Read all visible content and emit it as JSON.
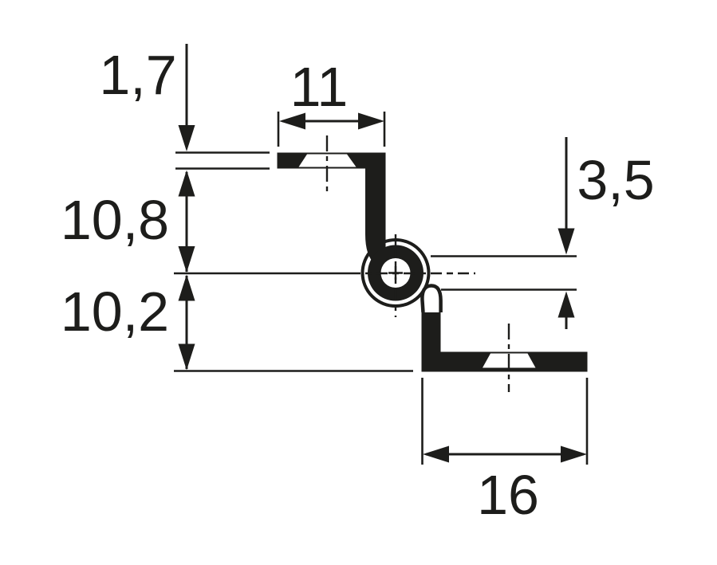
{
  "meta": {
    "title": "Hinge profile cross-section technical drawing",
    "background_color": "#ffffff",
    "line_color": "#1d1d1b",
    "units": "mm"
  },
  "dimensions": {
    "flange_thickness": {
      "label": "1,7",
      "value": 1.7,
      "meaning": "top flange material thickness"
    },
    "top_flange_width": {
      "label": "11",
      "value": 11,
      "meaning": "top flange width"
    },
    "pin_bore_diameter": {
      "label": "3,5",
      "value": 3.5,
      "meaning": "hinge pin bore"
    },
    "upper_height": {
      "label": "10,8",
      "value": 10.8,
      "meaning": "top flange underside to knuckle centre"
    },
    "lower_height": {
      "label": "10,2",
      "value": 10.2,
      "meaning": "knuckle centre to bottom flange underside"
    },
    "bottom_flange_width": {
      "label": "16",
      "value": 16,
      "meaning": "bottom flange width"
    }
  },
  "features": {
    "knuckle": "pin knuckle with bore at profile centre",
    "holes": "countersunk screw hole in each flange"
  }
}
